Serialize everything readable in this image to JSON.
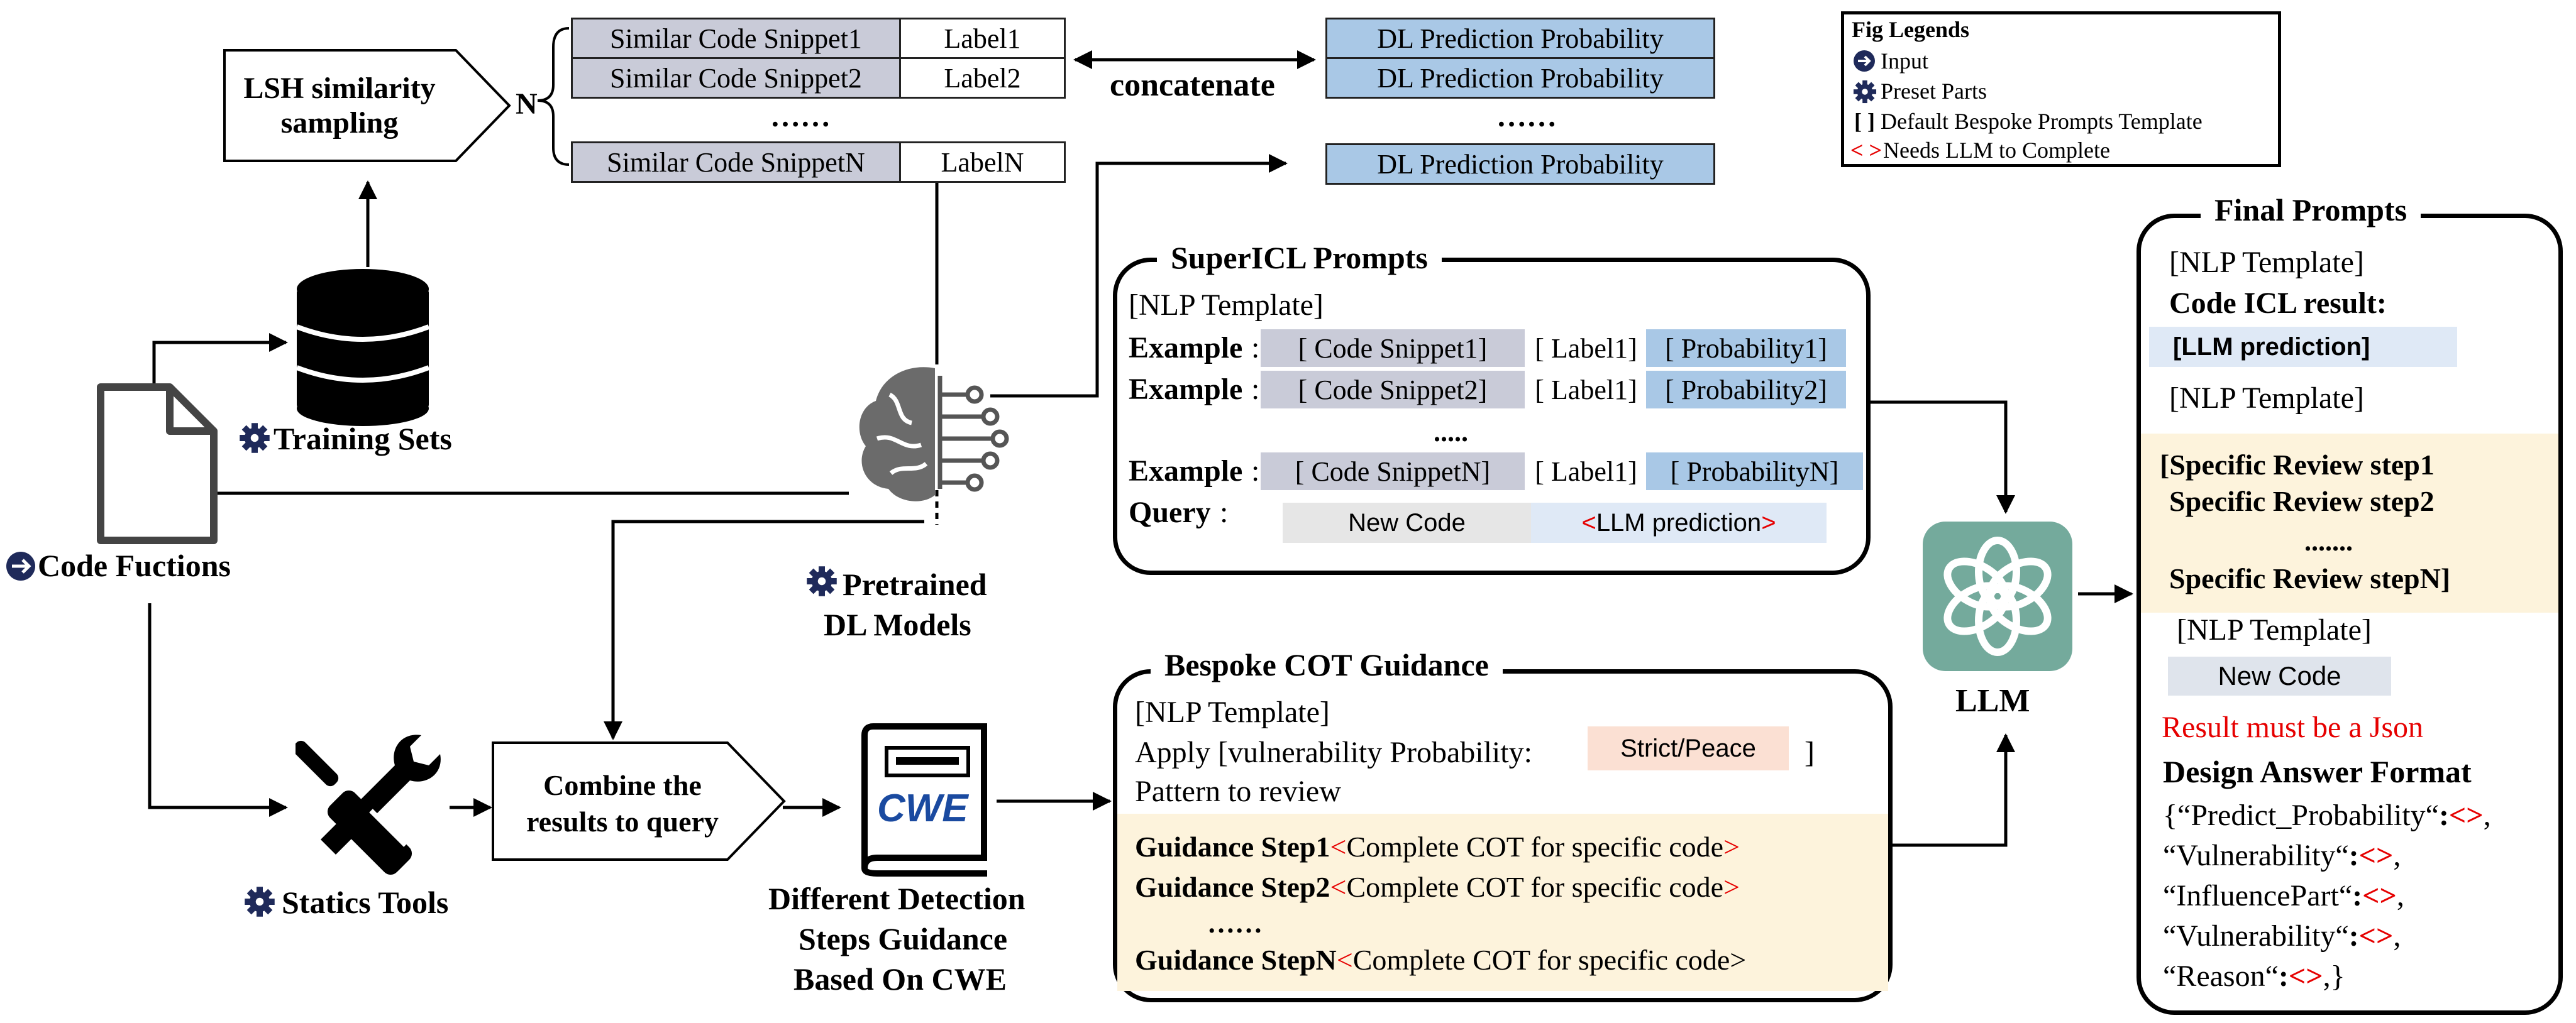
{
  "colors": {
    "grey_cell": "#c9cbd8",
    "blue_cell": "#a9c8e6",
    "highlight_yellow": "#fdf3dc",
    "strict_peace_bg": "#fbe0d3",
    "new_code_bg": "#e6e6e6",
    "red_text": "#e60000",
    "llm_teal": "#74aa9c",
    "icon_navy": "#1f2a5a"
  },
  "lsh": {
    "line1": "LSH similarity",
    "line2": "sampling",
    "n_label": "N"
  },
  "snippet_table": {
    "rows": [
      {
        "code": "Similar Code Snippet1",
        "label": "Label1"
      },
      {
        "code": "Similar Code Snippet2",
        "label": "Label2"
      }
    ],
    "dots": "……",
    "last_row": {
      "code": "Similar Code SnippetN",
      "label": "LabelN"
    }
  },
  "concatenate": "concatenate",
  "prob_table": {
    "rows": [
      "DL Prediction Probability",
      "DL Prediction Probability"
    ],
    "dots": "……",
    "last_row": "DL Prediction Probability"
  },
  "fig_legends": {
    "title": "Fig Legends",
    "items": [
      {
        "icon": "input-arrow-icon",
        "text": "Input"
      },
      {
        "icon": "gear-icon",
        "text": "Preset Parts"
      },
      {
        "icon": "bracket-icon",
        "symbol": "[ ]",
        "text": "Default Bespoke Prompts Template"
      },
      {
        "icon": "angle-bracket-icon",
        "symbol": "< >",
        "text": "Needs LLM to Complete"
      }
    ]
  },
  "training_sets": "Training Sets",
  "code_functions": "Code Fuctions",
  "pretrained": {
    "line1": "Pretrained",
    "line2": "DL Models"
  },
  "statics_tools": "Statics Tools",
  "combine": {
    "line1": "Combine the",
    "line2": "results  to query"
  },
  "cwe_logo_text": "CWE",
  "detection_guidance": {
    "line1": "Different Detection",
    "line2": "Steps Guidance",
    "line3": "Based On CWE"
  },
  "supericl": {
    "title": "SuperICL Prompts",
    "nlp_template": "[NLP Template]",
    "example_label": "Example",
    "colon": ":",
    "examples": [
      {
        "code": "[ Code Snippet1]",
        "label": "[ Label1]",
        "prob": "[ Probability1]"
      },
      {
        "code": "[ Code Snippet2]",
        "label": "[ Label1]",
        "prob": "[ Probability2]"
      }
    ],
    "dots": ".....",
    "last_example": {
      "code": "[ Code SnippetN]",
      "label": "[ Label1]",
      "prob": "[ ProbabilityN]"
    },
    "query_label": "Query",
    "new_code": "New Code",
    "llm_prediction": "LLM prediction",
    "lt": "<",
    "gt": ">"
  },
  "cot": {
    "title": "Bespoke COT Guidance",
    "nlp_template": "[NLP Template]",
    "apply": "Apply [vulnerability Probability:",
    "strict_peace": "Strict/Peace",
    "close_bracket": "]",
    "pattern": "Pattern to review",
    "steps": [
      {
        "label": "Guidance Step1",
        "lt": "<",
        "text": "Complete COT for specific code",
        "gt": ">"
      },
      {
        "label": "Guidance Step2",
        "lt": "<",
        "text": "Complete COT for specific code",
        "gt": ">"
      }
    ],
    "dots": "……",
    "last_step": {
      "label": "Guidance StepN",
      "lt": "<",
      "text": "Complete COT for specific code",
      "gt": ">"
    }
  },
  "llm_label": "LLM",
  "final": {
    "title": "Final Prompts",
    "nlp_template_1": "[NLP Template]",
    "code_icl": "Code ICL result:",
    "llm_prediction": "[LLM prediction]",
    "nlp_template_2": "[NLP Template]",
    "review_steps": [
      "[Specific Review step1",
      "Specific Review step2"
    ],
    "review_dots": ".......",
    "review_last": "Specific Review stepN]",
    "nlp_template_3": "[NLP Template]",
    "new_code": "New Code",
    "result_json": "Result must be a Json",
    "design_format": "Design Answer Format",
    "format_lines": [
      {
        "prefix": "{“Predict_Probability“",
        "colon": ":",
        "lt": "<",
        "gt": ">",
        "suffix": ","
      },
      {
        "prefix": "“Vulnerability“",
        "colon": ":",
        "lt": "<",
        "gt": ">",
        "suffix": ","
      },
      {
        "prefix": "“InfluencePart“",
        "colon": ":",
        "lt": "<",
        "gt": ">",
        "suffix": ","
      },
      {
        "prefix": "“Vulnerability“",
        "colon": ":",
        "lt": "<",
        "gt": ">",
        "suffix": ","
      },
      {
        "prefix": "“Reason“",
        "colon": ":",
        "lt": "<",
        "gt": ">",
        "suffix": ",}"
      }
    ]
  }
}
